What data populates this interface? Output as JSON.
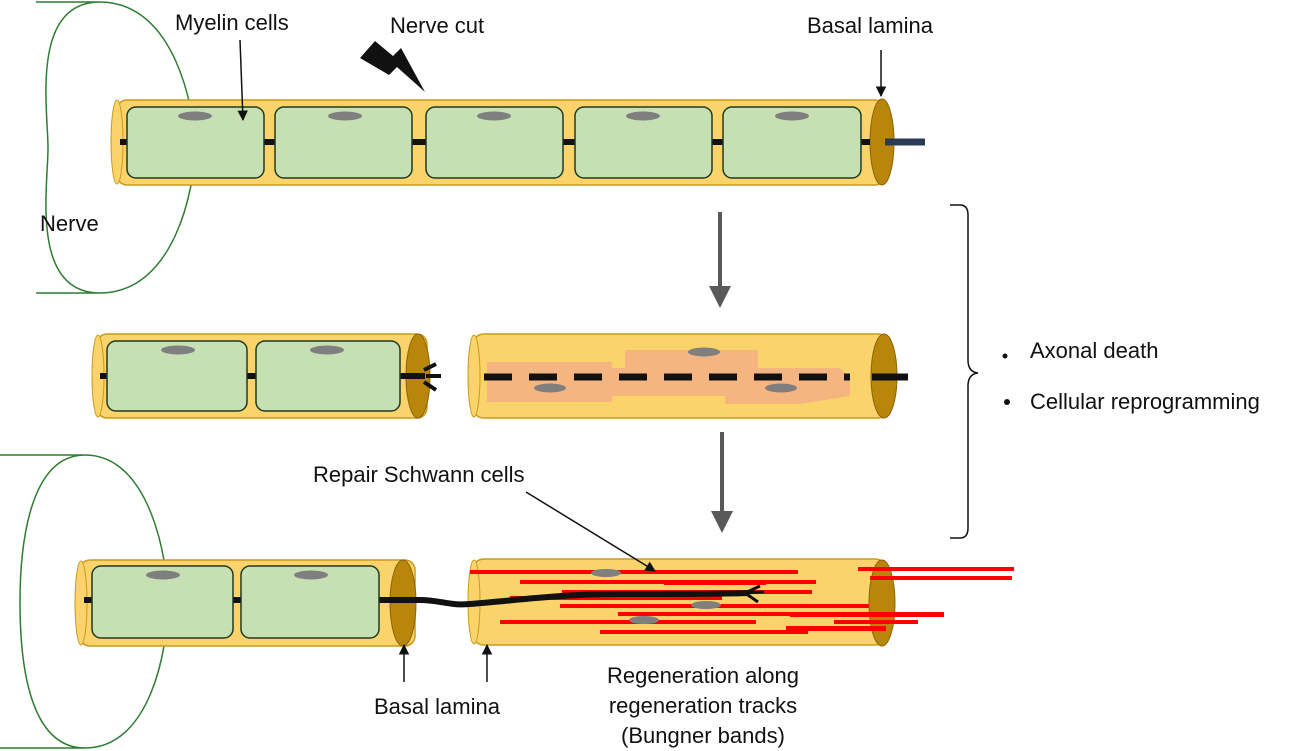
{
  "labels": {
    "myelin_cells": "Myelin cells",
    "nerve_cut": "Nerve cut",
    "basal_lamina_top": "Basal lamina",
    "nerve": "Nerve",
    "repair_schwann_cells": "Repair Schwann cells",
    "basal_lamina_bottom": "Basal lamina",
    "regeneration_line1": "Regeneration along",
    "regeneration_line2": "regeneration tracks",
    "regeneration_line3": "(Bungner bands)"
  },
  "bullets": [
    "Axonal death",
    "Cellular reprogramming"
  ],
  "colors": {
    "sheath": "#fbd36b",
    "sheath_edge": "#c99a1c",
    "sheath_end": "#b8860b",
    "myelin_fill": "#c6e0b4",
    "myelin_edge": "#1f3a1f",
    "nucleus": "#7f7f7f",
    "axon": "#111111",
    "schwann_repair": "#f4b183",
    "bands": "#ff0000",
    "nerve_outline": "#2e7d32",
    "arrow_gray": "#595959"
  },
  "icons": [
    "lightning-bolt-icon",
    "down-arrow-icon",
    "bracket-icon"
  ]
}
